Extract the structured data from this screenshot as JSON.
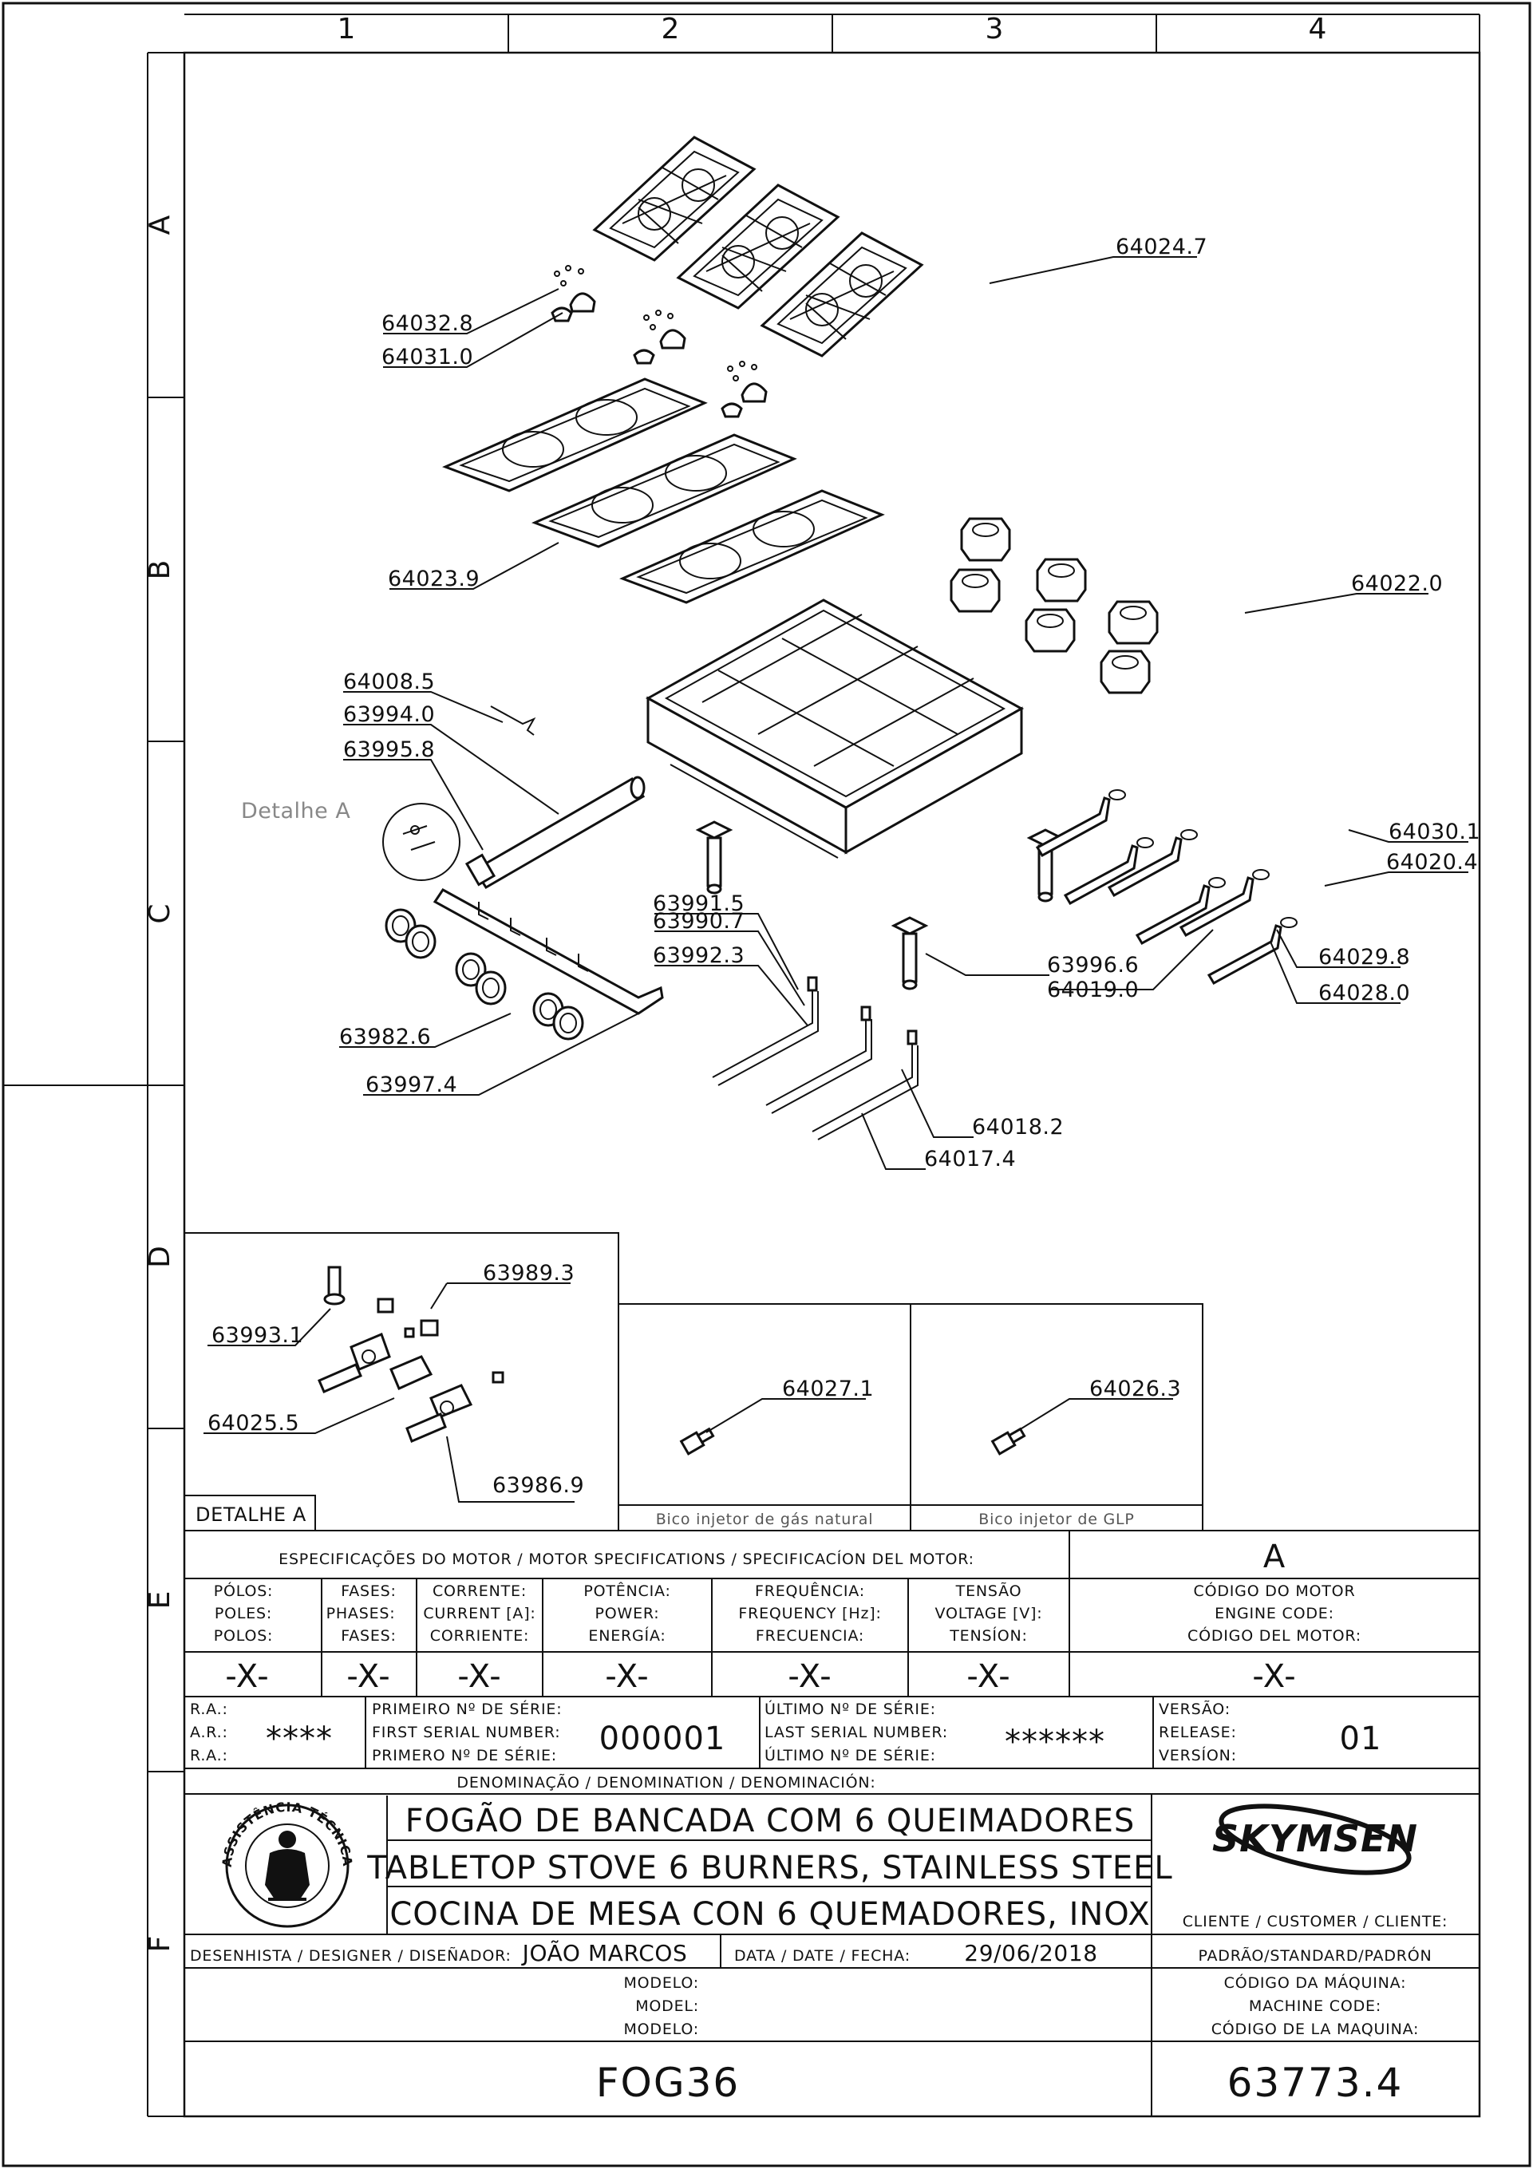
{
  "zones": {
    "columns": [
      "1",
      "2",
      "3",
      "4"
    ],
    "rows": [
      "A",
      "B",
      "C",
      "D",
      "E",
      "F"
    ]
  },
  "part_labels": {
    "p64024_7": "64024.7",
    "p64032_8": "64032.8",
    "p64031_0": "64031.0",
    "p64023_9": "64023.9",
    "p64022_0": "64022.0",
    "p64008_5": "64008.5",
    "p63994_0": "63994.0",
    "p63995_8": "63995.8",
    "p64030_1": "64030.1",
    "p64020_4": "64020.4",
    "p63991_5": "63991.5",
    "p63990_7": "63990.7",
    "p63992_3": "63992.3",
    "p63996_6": "63996.6",
    "p64019_0": "64019.0",
    "p64029_8": "64029.8",
    "p64028_0": "64028.0",
    "p63982_6": "63982.6",
    "p63997_4": "63997.4",
    "p64018_2": "64018.2",
    "p64017_4": "64017.4",
    "p63989_3": "63989.3",
    "p63993_1": "63993.1",
    "p64025_5": "64025.5",
    "p63986_9": "63986.9",
    "p64027_1": "64027.1",
    "p64026_3": "64026.3"
  },
  "details": {
    "detail_a_callout": "Detalhe A",
    "detail_a_title": "DETALHE A",
    "natural_gas_caption": "Bico injetor de gás natural",
    "lpg_caption": "Bico injetor de GLP"
  },
  "motor": {
    "header": "ESPECIFICAÇÕES DO MOTOR / MOTOR SPECIFICATIONS / SPECIFICACÍON DEL MOTOR:",
    "revision": "A",
    "poles": [
      "PÓLOS:",
      "POLES:",
      "POLOS:"
    ],
    "phases": [
      "FASES:",
      "PHASES:",
      "FASES:"
    ],
    "current": [
      "CORRENTE:",
      "CURRENT [A]:",
      "CORRIENTE:"
    ],
    "power": [
      "POTÊNCIA:",
      "POWER:",
      "ENERGÍA:"
    ],
    "frequency": [
      "FREQUÊNCIA:",
      "FREQUENCY [Hz]:",
      "FRECUENCIA:"
    ],
    "voltage": [
      "TENSÃO",
      "VOLTAGE [V]:",
      "TENSÍON:"
    ],
    "engine_code": [
      "CÓDIGO DO MOTOR",
      "ENGINE CODE:",
      "CÓDIGO DEL MOTOR:"
    ],
    "value": "-X-"
  },
  "serial": {
    "ra": [
      "R.A.:",
      "A.R.:",
      "R.A.:"
    ],
    "ra_value": "****",
    "first": [
      "PRIMEIRO Nº DE SÉRIE:",
      "FIRST SERIAL NUMBER:",
      "PRIMERO Nº DE SÉRIE:"
    ],
    "first_value": "000001",
    "last": [
      "ÚLTIMO Nº DE SÉRIE:",
      "LAST SERIAL NUMBER:",
      "ÚLTIMO Nº DE SÉRIE:"
    ],
    "last_value": "******",
    "release": [
      "VERSÃO:",
      "RELEASE:",
      "VERSÍON:"
    ],
    "release_value": "01"
  },
  "title": {
    "denomination_label": "DENOMINAÇÃO / DENOMINATION / DENOMINACIÓN:",
    "line_pt": "FOGÃO DE BANCADA COM 6 QUEIMADORES",
    "line_en": "TABLETOP STOVE 6 BURNERS, STAINLESS STEEL",
    "line_es": "COCINA DE MESA CON 6 QUEMADORES, INOX",
    "seal_text": "ASSISTÊNCIA TÉCNICA AUTORIZADA",
    "brand": "SKYMSEN",
    "customer_label": "CLIENTE / CUSTOMER / CLIENTE:",
    "customer_value": "PADRÃO/STANDARD/PADRÓN",
    "designer_label": "DESENHISTA / DESIGNER / DISEÑADOR:",
    "designer_value": "JOÃO MARCOS",
    "date_label": "DATA / DATE / FECHA:",
    "date_value": "29/06/2018",
    "model_label": [
      "MODELO:",
      "MODEL:",
      "MODELO:"
    ],
    "model_value": "FOG36",
    "machine_code_label": [
      "CÓDIGO DA MÁQUINA:",
      "MACHINE CODE:",
      "CÓDIGO DE LA MAQUINA:"
    ],
    "machine_code_value": "63773.4"
  }
}
